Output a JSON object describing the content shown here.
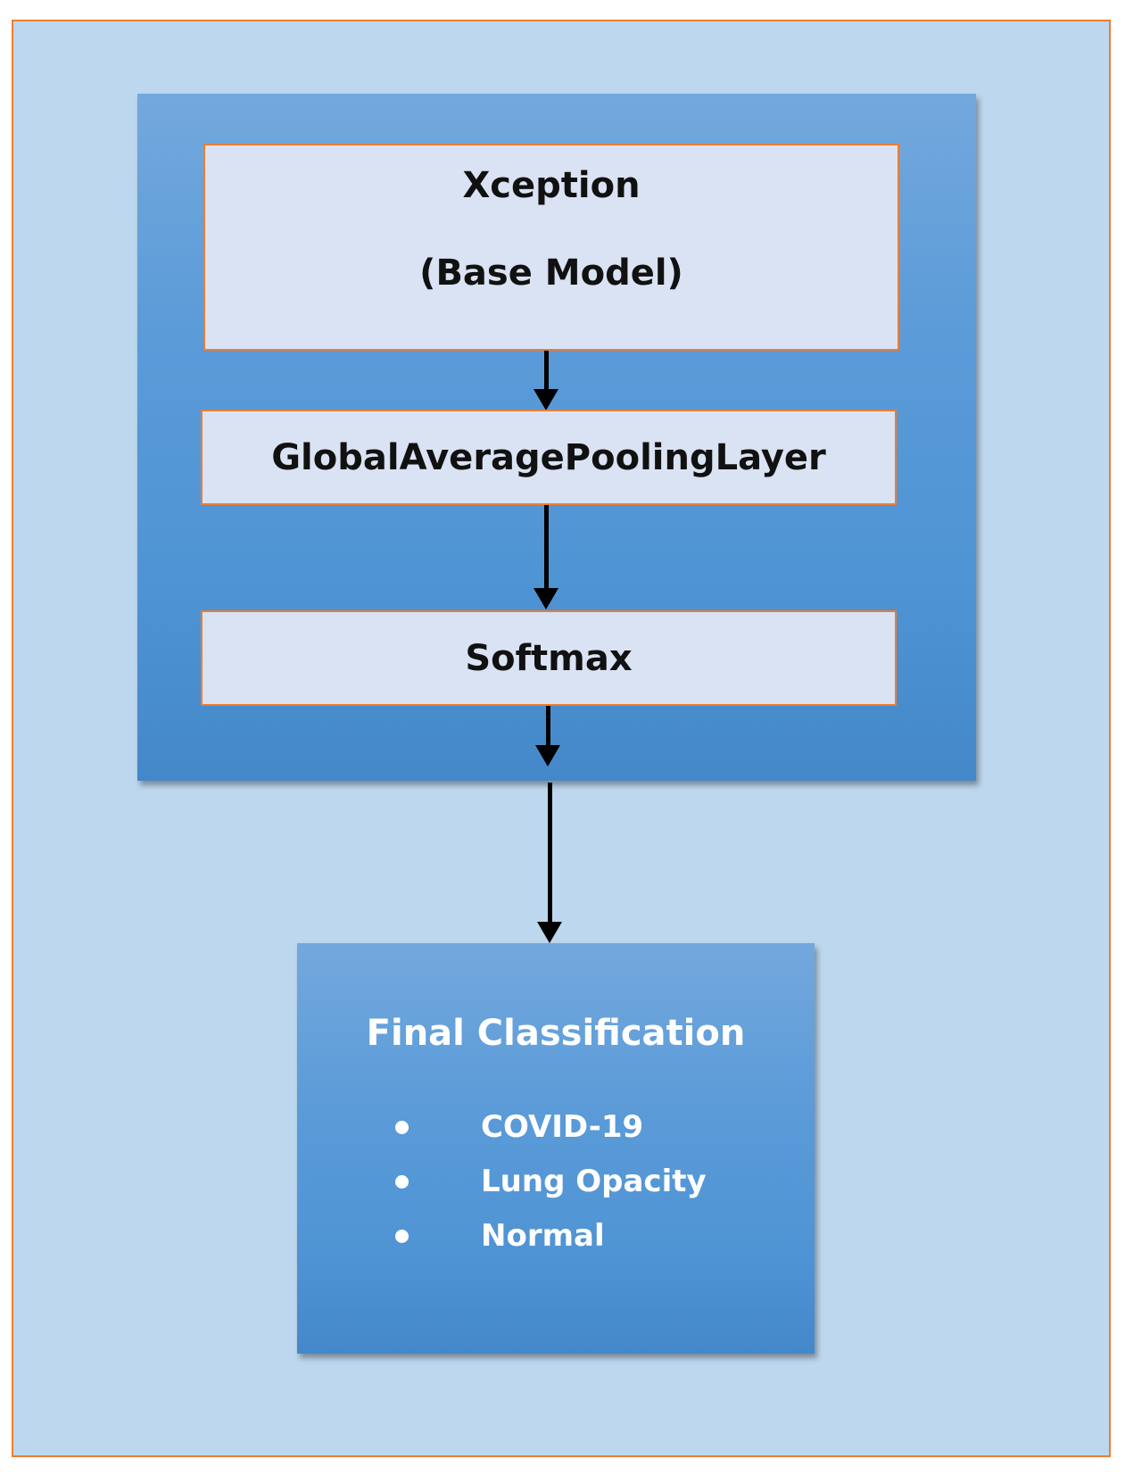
{
  "diagram": {
    "model_layers": [
      {
        "title": "Xception",
        "subtitle": "(Base Model)"
      },
      {
        "title": "GlobalAveragePoolingLayer"
      },
      {
        "title": "Softmax"
      }
    ],
    "output": {
      "title": "Final Classification",
      "classes": [
        "COVID-19",
        "Lung Opacity",
        "Normal"
      ]
    }
  },
  "colors": {
    "background": "#bdd7ee",
    "border_accent": "#ed7d31",
    "panel_blue": "#5b9bd8",
    "layer_fill": "#dae3f3"
  }
}
